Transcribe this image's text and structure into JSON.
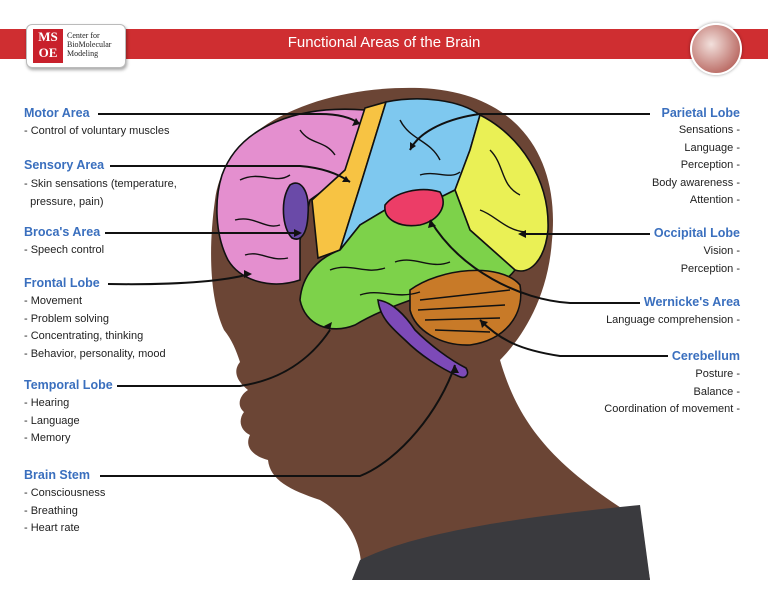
{
  "header": {
    "title": "Functional Areas of the Brain",
    "logo": {
      "mark_line1": "MS",
      "mark_line2": "OE",
      "text_lines": [
        "Center for",
        "BioMolecular",
        "Modeling"
      ]
    }
  },
  "left_labels": [
    {
      "title": "Motor Area",
      "items": [
        "- Control of voluntary muscles"
      ]
    },
    {
      "title": "Sensory Area",
      "items": [
        "- Skin sensations (temperature,",
        "  pressure, pain)"
      ]
    },
    {
      "title": "Broca's Area",
      "items": [
        "- Speech control"
      ]
    },
    {
      "title": "Frontal Lobe",
      "items": [
        "- Movement",
        "- Problem solving",
        "- Concentrating, thinking",
        "- Behavior, personality, mood"
      ]
    },
    {
      "title": "Temporal Lobe",
      "items": [
        "- Hearing",
        "- Language",
        "- Memory"
      ]
    },
    {
      "title": "Brain Stem",
      "items": [
        "- Consciousness",
        "- Breathing",
        "- Heart rate"
      ]
    }
  ],
  "right_labels": [
    {
      "title": "Parietal Lobe",
      "items": [
        "Sensations -",
        "Language -",
        "Perception -",
        "Body awareness -",
        "Attention -"
      ]
    },
    {
      "title": "Occipital Lobe",
      "items": [
        "Vision -",
        "Perception -"
      ]
    },
    {
      "title": "Wernicke's Area",
      "items": [
        "Language comprehension -"
      ]
    },
    {
      "title": "Cerebellum",
      "items": [
        "Posture -",
        "Balance -",
        "Coordination of movement -"
      ]
    }
  ],
  "colors": {
    "header_red": "#cf2e31",
    "label_blue": "#3a6fbe",
    "frontal": "#e48fcf",
    "motor": "#f7c343",
    "sensory": "#f7c343",
    "parietal": "#7ec8ef",
    "occipital": "#eaf055",
    "temporal": "#7dd24a",
    "broca": "#6a4aa8",
    "wernicke": "#ec3d67",
    "cerebellum": "#c87a28",
    "brainstem": "#7d4ab8",
    "skin": "#6b4535"
  }
}
